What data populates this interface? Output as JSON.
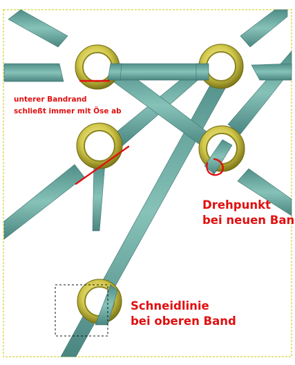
{
  "canvas": {
    "background": "#ffffff",
    "selection_border_color": "#c8c800",
    "ribbon_color": "#6aa8a0",
    "ribbon_shade": "#3f7a75",
    "eyelet_color": "#d8d060",
    "eyelet_shade": "#8a8420",
    "annotation_color": "#e01010"
  },
  "annotations": {
    "bandrand": {
      "line1": "unterer Bandrand",
      "line2": "schließt immer mit Öse ab"
    },
    "drehpunkt": {
      "line1": "Drehpunkt",
      "line2": "bei neuen Band"
    },
    "schneidlinie": {
      "line1": "Schneidlinie",
      "line2": "bei oberen Band"
    }
  }
}
